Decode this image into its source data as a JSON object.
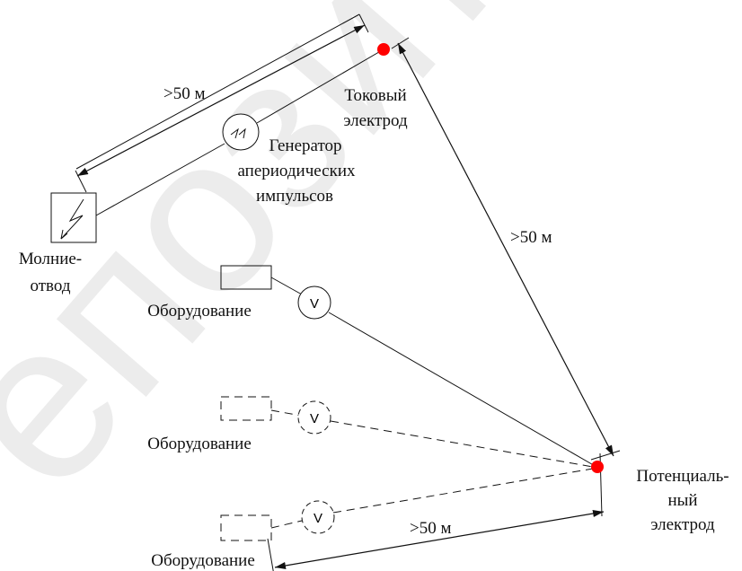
{
  "watermark": {
    "text": "епозит"
  },
  "labels": {
    "dist_top": ">50 м",
    "dist_right": ">50 м",
    "dist_bottom": ">50 м",
    "current_electrode": [
      "Токовый",
      "электрод"
    ],
    "generator": [
      "Генератор",
      "апериодических",
      "импульсов"
    ],
    "lightning_rod": [
      "Молние-",
      "отвод"
    ],
    "equipment_1": "Оборудование",
    "equipment_2": "Оборудование",
    "equipment_3": "Оборудование",
    "potential_electrode": [
      "Потенциаль-",
      "ный",
      "электрод"
    ],
    "voltmeter_symbol": "V"
  },
  "colors": {
    "line": "#111111",
    "electrode": "#ff0000",
    "watermark": "#ececec"
  }
}
